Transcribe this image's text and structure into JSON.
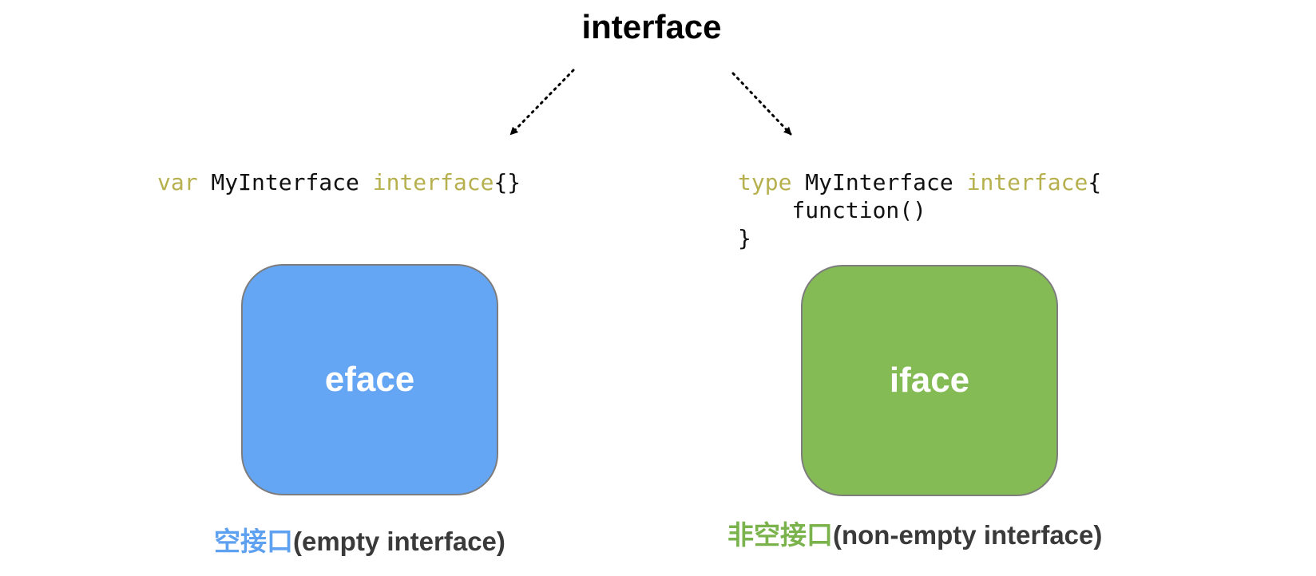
{
  "title": "interface",
  "colors": {
    "keyword": "#b6b04e",
    "eface_fill": "#64a6f4",
    "iface_fill": "#84bb55",
    "caption_cn_left": "#5ea1f0",
    "caption_cn_right": "#7ab24c",
    "caption_en": "#3a3a3a"
  },
  "left": {
    "code": {
      "kw1": "var",
      "name": " MyInterface ",
      "kw2": "interface",
      "tail": "{}"
    },
    "box_label": "eface",
    "caption_cn": "空接口",
    "caption_en": "(empty interface)"
  },
  "right": {
    "code": {
      "kw1": "type",
      "name": " MyInterface ",
      "kw2": "interface",
      "tail": "{",
      "line2": "    function()",
      "line3": "}"
    },
    "box_label": "iface",
    "caption_cn": "非空接口",
    "caption_en": "(non-empty interface)"
  }
}
